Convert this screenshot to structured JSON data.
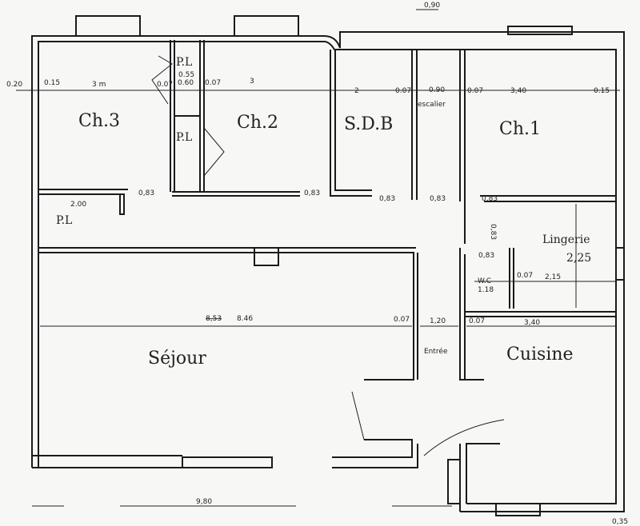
{
  "rooms": {
    "ch3": "Ch.3",
    "ch2": "Ch.2",
    "sdb": "S.D.B",
    "ch1": "Ch.1",
    "pl_top": "P.L",
    "pl_mid": "P.L",
    "pl_corridor": "P.L",
    "lingerie": "Lingerie",
    "wc": "W.C",
    "sejour": "Séjour",
    "entree": "Entrée",
    "cuisine": "Cuisine",
    "escalier": "escalier"
  },
  "dimensions": {
    "top_090": "0,90",
    "d020": "0.20",
    "d015_left": "0.15",
    "d3m": "3 m",
    "d007_a": "0.07",
    "d055": "0.55",
    "d060": "0.60",
    "d007_b": "0.07",
    "d3": "3",
    "d2": "2",
    "d007_c": "0.07",
    "d090": "0.90",
    "d007_d": "0.07",
    "d340_top": "3,40",
    "d015_right": "0.15",
    "d200": "2.00",
    "d083_1": "0,83",
    "d083_2": "0,83",
    "d083_3": "0,83",
    "d083_4": "0,83",
    "d083_5": "0,83",
    "d083_6": "0,83",
    "d083_vert": "0,83",
    "lingerie_225": "2,25",
    "wc_118": "1.18",
    "d007_wc": "0.07",
    "d215": "2,15",
    "sejour_old": "8,53",
    "sejour_846": "8.46",
    "d007_sej": "0.07",
    "d120": "1,20",
    "d007_cui": "0.07",
    "d340_cui": "3,40",
    "d980": "9,80",
    "d035": "0,35"
  }
}
